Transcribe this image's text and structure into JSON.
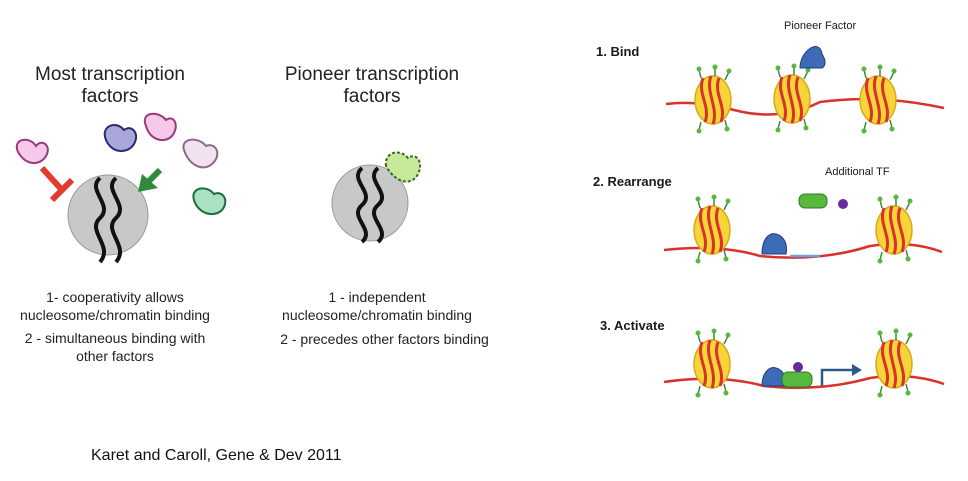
{
  "left": {
    "title_most": "Most transcription factors",
    "title_pioneer": "Pioneer transcription factors",
    "most_point1": "1- cooperativity allows nucleosome/chromatin binding",
    "most_point2": "2 - simultaneous binding with other factors",
    "pioneer_point1": "1 - independent nucleosome/chromatin binding",
    "pioneer_point2": "2 - precedes other factors binding"
  },
  "right": {
    "step1": "1. Bind",
    "step2": "2. Rearrange",
    "step3": "3. Activate",
    "pioneer_label": "Pioneer Factor",
    "additional_label": "Additional TF"
  },
  "citation": "Karet and Caroll, Gene & Dev 2011",
  "colors": {
    "dna": "#d9322b",
    "nucleosome": "#f7d437",
    "pioneer_tf": "#3d6bb8",
    "green_tf": "#58b83d",
    "purple_dot": "#6a2a9c",
    "block_red": "#e53b2c",
    "arrow_green": "#2e8b3a"
  }
}
